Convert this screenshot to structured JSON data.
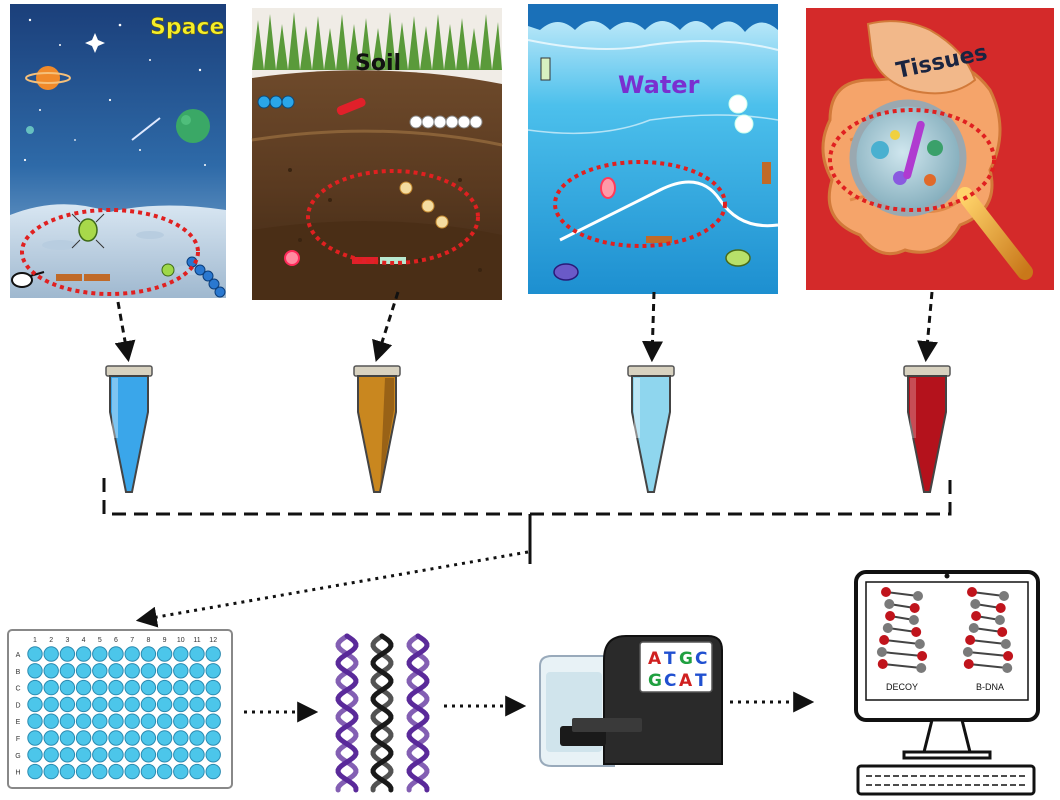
{
  "panels": {
    "space": {
      "label": "Space"
    },
    "soil": {
      "label": "Soil"
    },
    "water": {
      "label": "Water"
    },
    "tissues": {
      "label": "Tissues"
    }
  },
  "plate": {
    "columns": [
      "1",
      "2",
      "3",
      "4",
      "5",
      "6",
      "7",
      "8",
      "9",
      "10",
      "11",
      "12"
    ],
    "rows": [
      "A",
      "B",
      "C",
      "D",
      "E",
      "F",
      "G",
      "H"
    ]
  },
  "sequencer": {
    "screen_line1": [
      "A",
      "T",
      "G",
      "C"
    ],
    "screen_line2": [
      "G",
      "C",
      "A",
      "T"
    ]
  },
  "monitor": {
    "label_left": "DECOY",
    "label_right": "B-DNA"
  },
  "colors": {
    "space_label": "#f4ee2a",
    "soil_label": "#111111",
    "water_label": "#7a2fd0",
    "tissues_label": "#1a2440",
    "tube_space": "#3aa6ea",
    "tube_soil": "#c9871f",
    "tube_water": "#8fd6ee",
    "tube_tissues": "#b4121c",
    "well": "#4cc6ea",
    "dna_purple": "#5a2a9a",
    "dna_black": "#1a1a1a",
    "seq_A": "#d02020",
    "seq_T": "#2050d0",
    "seq_G": "#20a040",
    "seq_C": "#2050d0"
  }
}
